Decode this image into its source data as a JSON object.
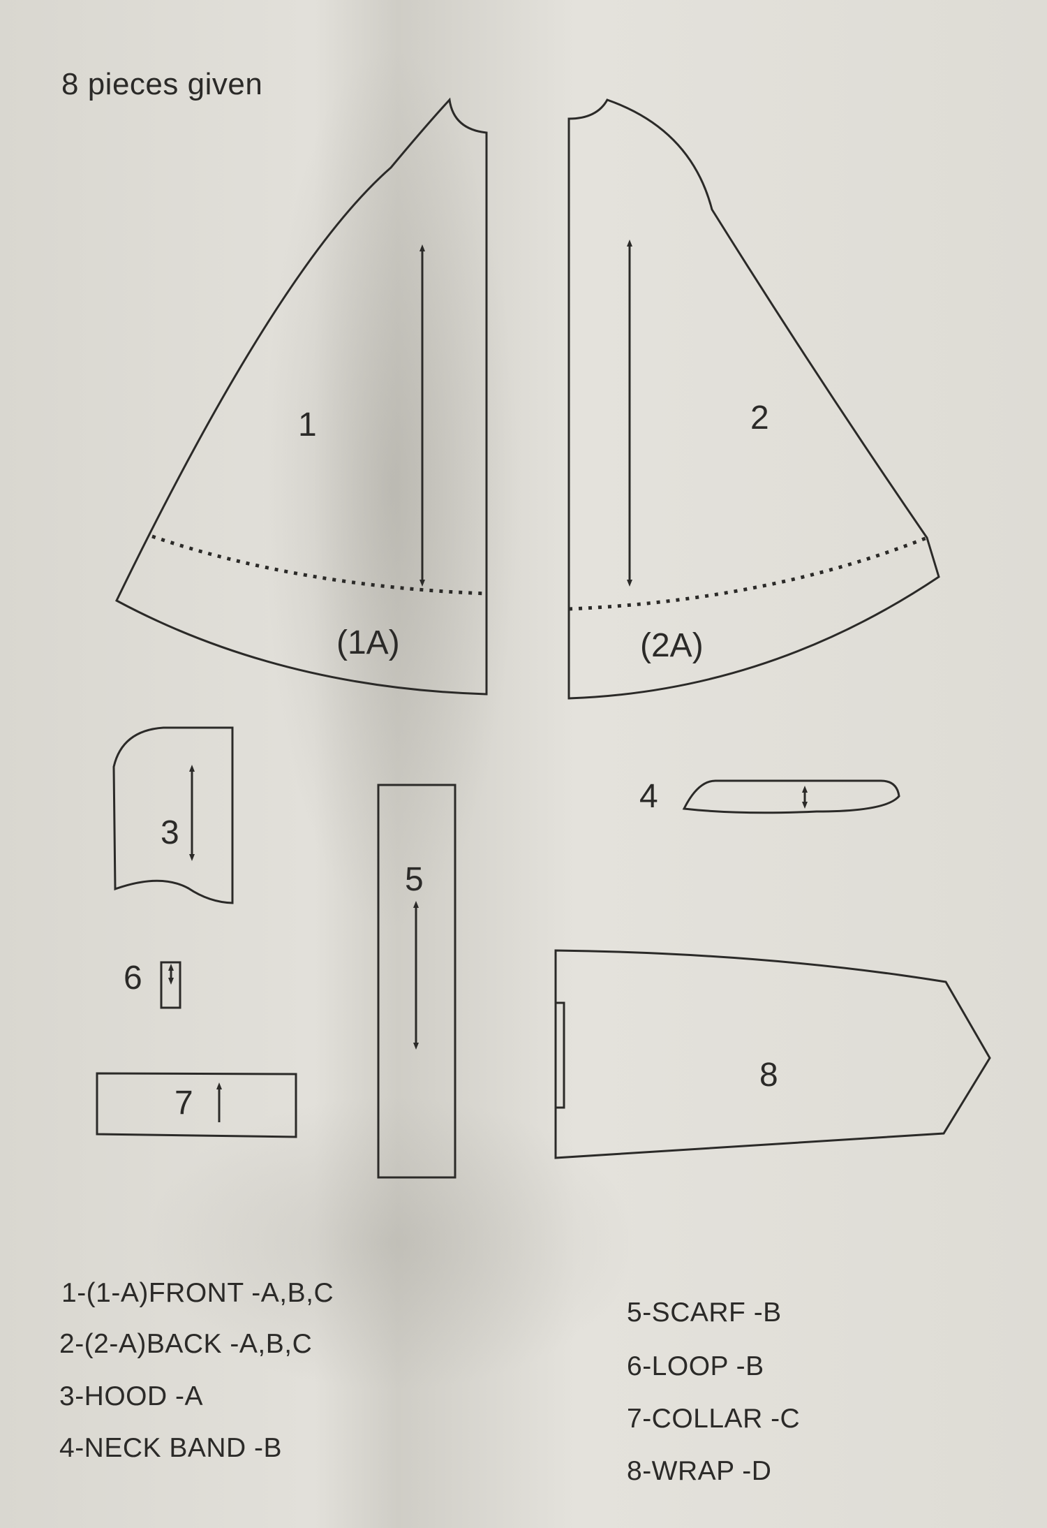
{
  "header": {
    "title": "8 pieces given"
  },
  "pieces": {
    "p1": {
      "number": "1",
      "sub_label": "(1A)"
    },
    "p2": {
      "number": "2",
      "sub_label": "(2A)"
    },
    "p3": {
      "number": "3"
    },
    "p4": {
      "number": "4"
    },
    "p5": {
      "number": "5"
    },
    "p6": {
      "number": "6"
    },
    "p7": {
      "number": "7"
    },
    "p8": {
      "number": "8"
    }
  },
  "legend": {
    "left": [
      "1-(1-A)FRONT -A,B,C",
      "2-(2-A)BACK -A,B,C",
      "3-HOOD -A",
      "4-NECK BAND -B"
    ],
    "right": [
      "5-SCARF -B",
      "6-LOOP -B",
      "7-COLLAR -C",
      "8-WRAP -D"
    ]
  }
}
